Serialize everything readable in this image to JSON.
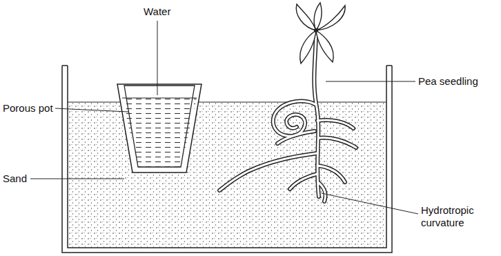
{
  "diagram": {
    "labels": [
      "Water",
      "Porous pot",
      "Sand",
      "Pea seedling",
      "Hydrotropic curvature"
    ]
  }
}
